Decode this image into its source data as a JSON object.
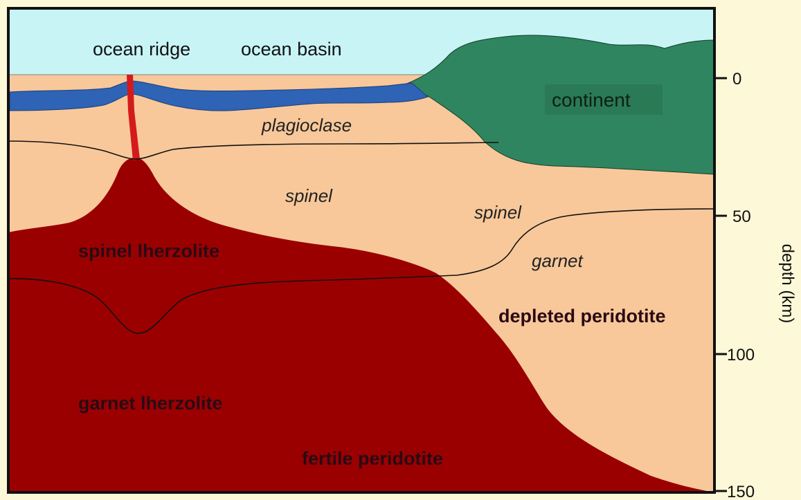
{
  "labels": {
    "ocean_ridge": "ocean ridge",
    "ocean_basin": "ocean basin",
    "continent": "continent",
    "plagioclase": "plagioclase",
    "spinel_left": "spinel",
    "spinel_right": "spinel",
    "garnet": "garnet",
    "spinel_lherzolite": "spinel lherzolite",
    "garnet_lherzolite": "garnet lherzolite",
    "depleted_peridotite": "depleted peridotite",
    "fertile_peridotite": "fertile peridotite"
  },
  "axis": {
    "title": "depth (km)",
    "ticks": [
      "0",
      "50",
      "100",
      "150"
    ]
  },
  "colors": {
    "background": "#fdf8d8",
    "ocean": "#c8f4f6",
    "oceanic_crust": "#2e63b5",
    "continent": "#2f8560",
    "mantle_depleted": "#f8c89a",
    "mantle_fertile": "#9b0000",
    "ridge_conduit": "#d41a1a"
  }
}
